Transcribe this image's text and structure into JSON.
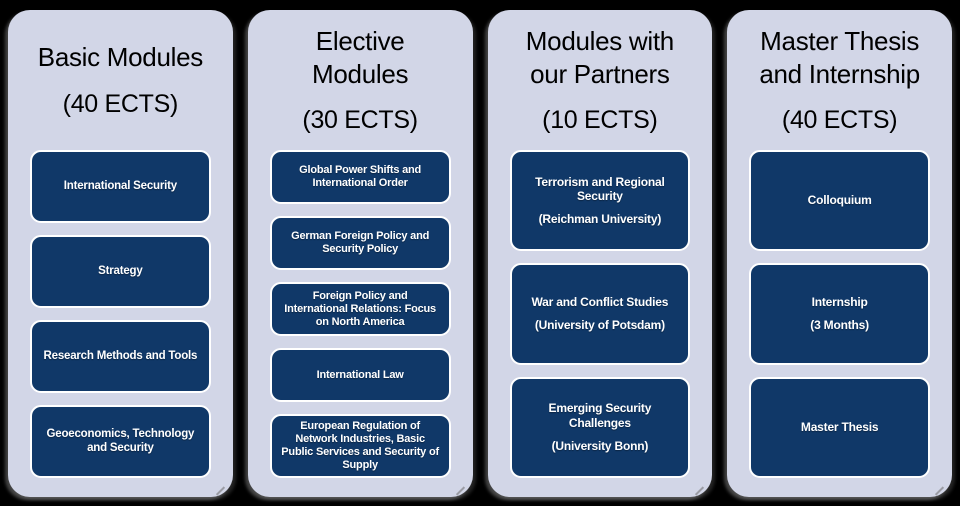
{
  "slide": {
    "background_color": "#000000",
    "panel_color": "#d2d6e7",
    "box_color": "#103868",
    "box_border_color": "#ffffff",
    "title_color": "#000000",
    "box_text_color": "#ffffff"
  },
  "columns": [
    {
      "title": "Basic Modules",
      "ects": "(40 ECTS)",
      "items": [
        {
          "text": "International Security"
        },
        {
          "text": "Strategy"
        },
        {
          "text": "Research Methods and Tools"
        },
        {
          "text": "Geoeconomics, Technology and Security"
        }
      ]
    },
    {
      "title": "Elective\nModules",
      "ects": "(30 ECTS)",
      "items": [
        {
          "text": "Global Power Shifts and International Order"
        },
        {
          "text": "German Foreign Policy and Security Policy"
        },
        {
          "text": "Foreign Policy and International Relations: Focus on North America"
        },
        {
          "text": "International Law"
        },
        {
          "text": "European Regulation of Network Industries, Basic Public Services and Security of Supply"
        }
      ]
    },
    {
      "title": "Modules with\nour Partners",
      "ects": "(10 ECTS)",
      "items": [
        {
          "text": "Terrorism and Regional Security",
          "subtext": "(Reichman University)"
        },
        {
          "text": "War and Conflict Studies",
          "subtext": "(University of Potsdam)"
        },
        {
          "text": "Emerging Security Challenges",
          "subtext": "(University Bonn)"
        }
      ]
    },
    {
      "title": "Master Thesis\nand Internship",
      "ects": "(40 ECTS)",
      "items": [
        {
          "text": "Colloquium"
        },
        {
          "text": "Internship",
          "subtext": "(3 Months)"
        },
        {
          "text": "Master Thesis"
        }
      ]
    }
  ]
}
